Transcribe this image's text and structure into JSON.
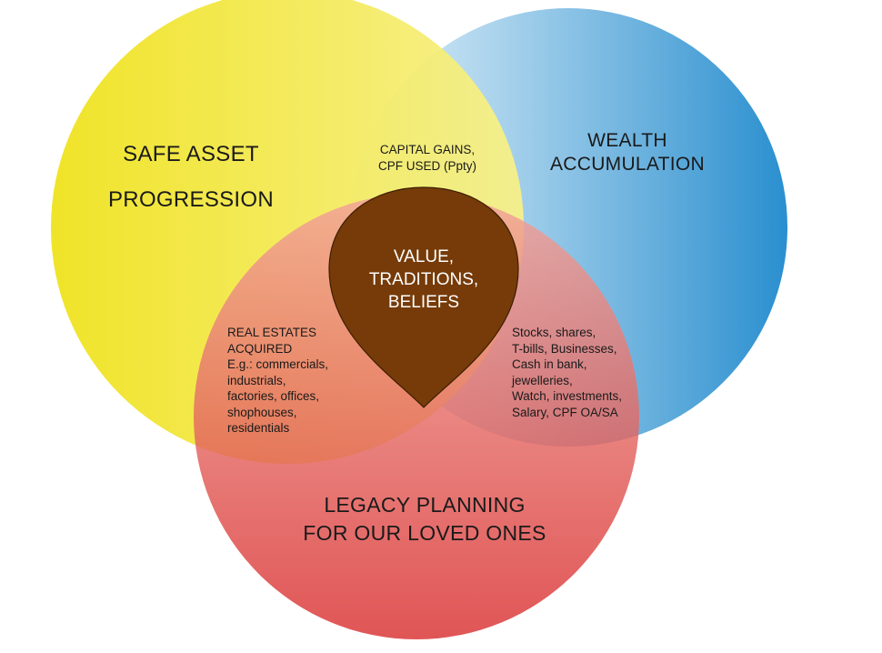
{
  "colors": {
    "yellow": "#f0e21f",
    "blue": "#2a8fcf",
    "red": "#dc3030",
    "center": "#763b08",
    "text": "#1a1a1a",
    "center_text": "#ffffff"
  },
  "circles": {
    "safe_asset": {
      "lines": [
        "SAFE ASSET",
        "PROGRESSION"
      ]
    },
    "wealth": {
      "lines": [
        "WEALTH",
        "ACCUMULATION"
      ]
    },
    "legacy": {
      "lines": [
        "LEGACY PLANNING",
        "FOR OUR LOVED ONES"
      ]
    }
  },
  "overlaps": {
    "capital_gains": {
      "lines": [
        "CAPITAL GAINS,",
        "CPF USED (Ppty)"
      ]
    },
    "real_estates": {
      "lines": [
        "REAL ESTATES",
        "ACQUIRED",
        "E.g.: commercials,",
        "industrials,",
        "factories, offices,",
        "shophouses,",
        "residentials"
      ]
    },
    "stocks": {
      "lines": [
        "Stocks, shares,",
        "T-bills, Businesses,",
        "Cash in bank,",
        "jewelleries,",
        "Watch, investments,",
        "Salary, CPF OA/SA"
      ]
    }
  },
  "center": {
    "lines": [
      "VALUE,",
      "TRADITIONS,",
      "BELIEFS"
    ]
  }
}
